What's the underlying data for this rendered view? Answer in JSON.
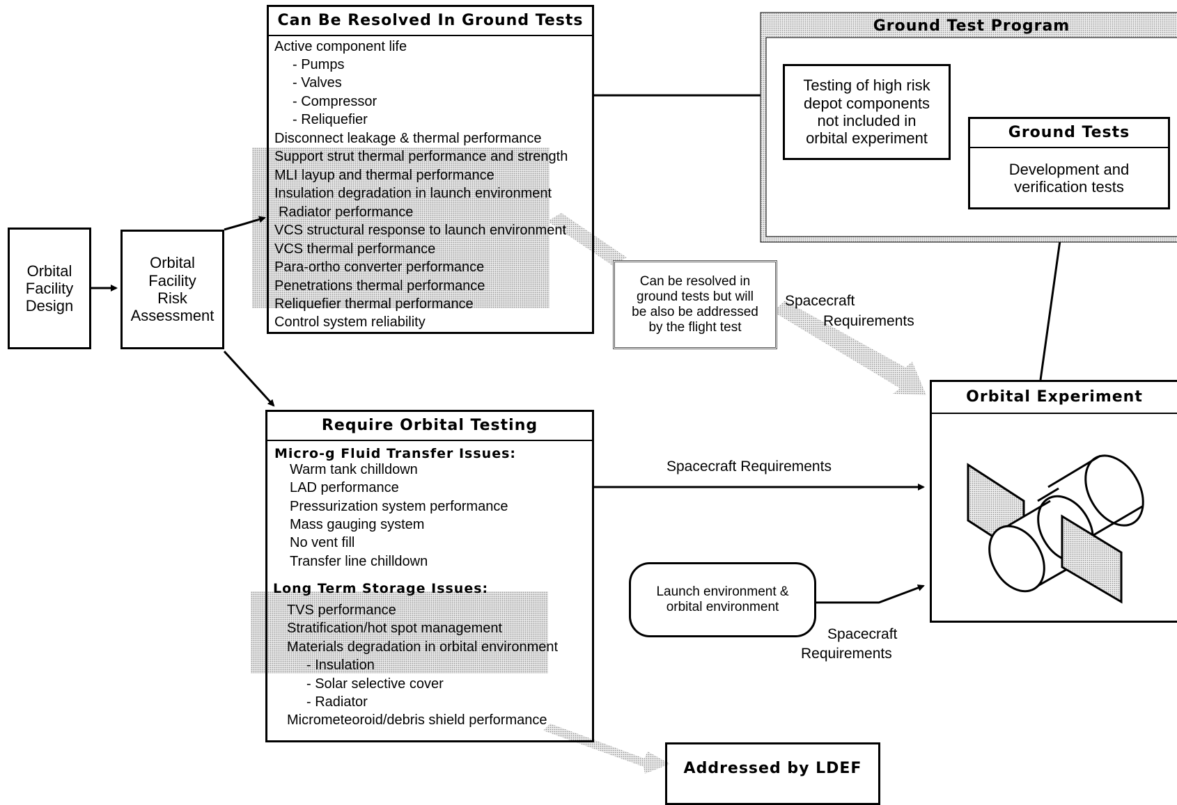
{
  "design": {
    "lines": [
      "Orbital",
      "Facility",
      "Design"
    ]
  },
  "risk": {
    "lines": [
      "Orbital",
      "Facility",
      "Risk",
      "Assessment"
    ]
  },
  "ground": {
    "title": "Can Be Resolved In Ground Tests",
    "items": [
      "Active component life",
      "- Pumps",
      "- Valves",
      "- Compressor",
      "- Reliquefier",
      "Disconnect leakage & thermal performance",
      "Support strut thermal performance and strength",
      "MLI layup and thermal performance",
      "Insulation degradation in launch environment",
      "Radiator performance",
      "VCS structural response to launch environment",
      "VCS thermal performance",
      "Para-ortho converter performance",
      "Penetrations thermal performance",
      "Reliquefier thermal performance",
      "Control system reliability"
    ]
  },
  "orbital_testing": {
    "title": "Require Orbital Testing",
    "microg_header": "Micro-g Fluid Transfer Issues:",
    "microg_items": [
      "Warm tank chilldown",
      "LAD performance",
      "Pressurization system performance",
      "Mass gauging system",
      "No vent fill",
      "Transfer line chilldown"
    ],
    "storage_header": "Long Term Storage Issues:",
    "storage_items": [
      "TVS performance",
      "Stratification/hot spot management",
      "Materials degradation in orbital environment",
      "- Insulation",
      "- Solar selective cover",
      "- Radiator",
      "Micrometeoroid/debris shield performance"
    ]
  },
  "ground_program": {
    "title": "Ground Test Program",
    "high_risk": [
      "Testing of high risk",
      "depot components",
      "not included in",
      "orbital experiment"
    ],
    "tests_title": "Ground Tests",
    "tests_body": [
      "Development and",
      "verification tests"
    ]
  },
  "flight_note": [
    "Can be resolved in",
    "ground tests but will",
    "be also be addressed",
    "by the flight test"
  ],
  "spacecraft_req_upper": [
    "Spacecraft",
    "Requirements"
  ],
  "spacecraft_req_mid": "Spacecraft Requirements",
  "spacecraft_req_lower": [
    "Spacecraft",
    "Requirements"
  ],
  "environment": [
    "Launch environment &",
    "orbital environment"
  ],
  "experiment": {
    "title": "Orbital Experiment"
  },
  "ldef": "Addressed by LDEF",
  "icons": {
    "spacecraft": "spacecraft-icon"
  }
}
